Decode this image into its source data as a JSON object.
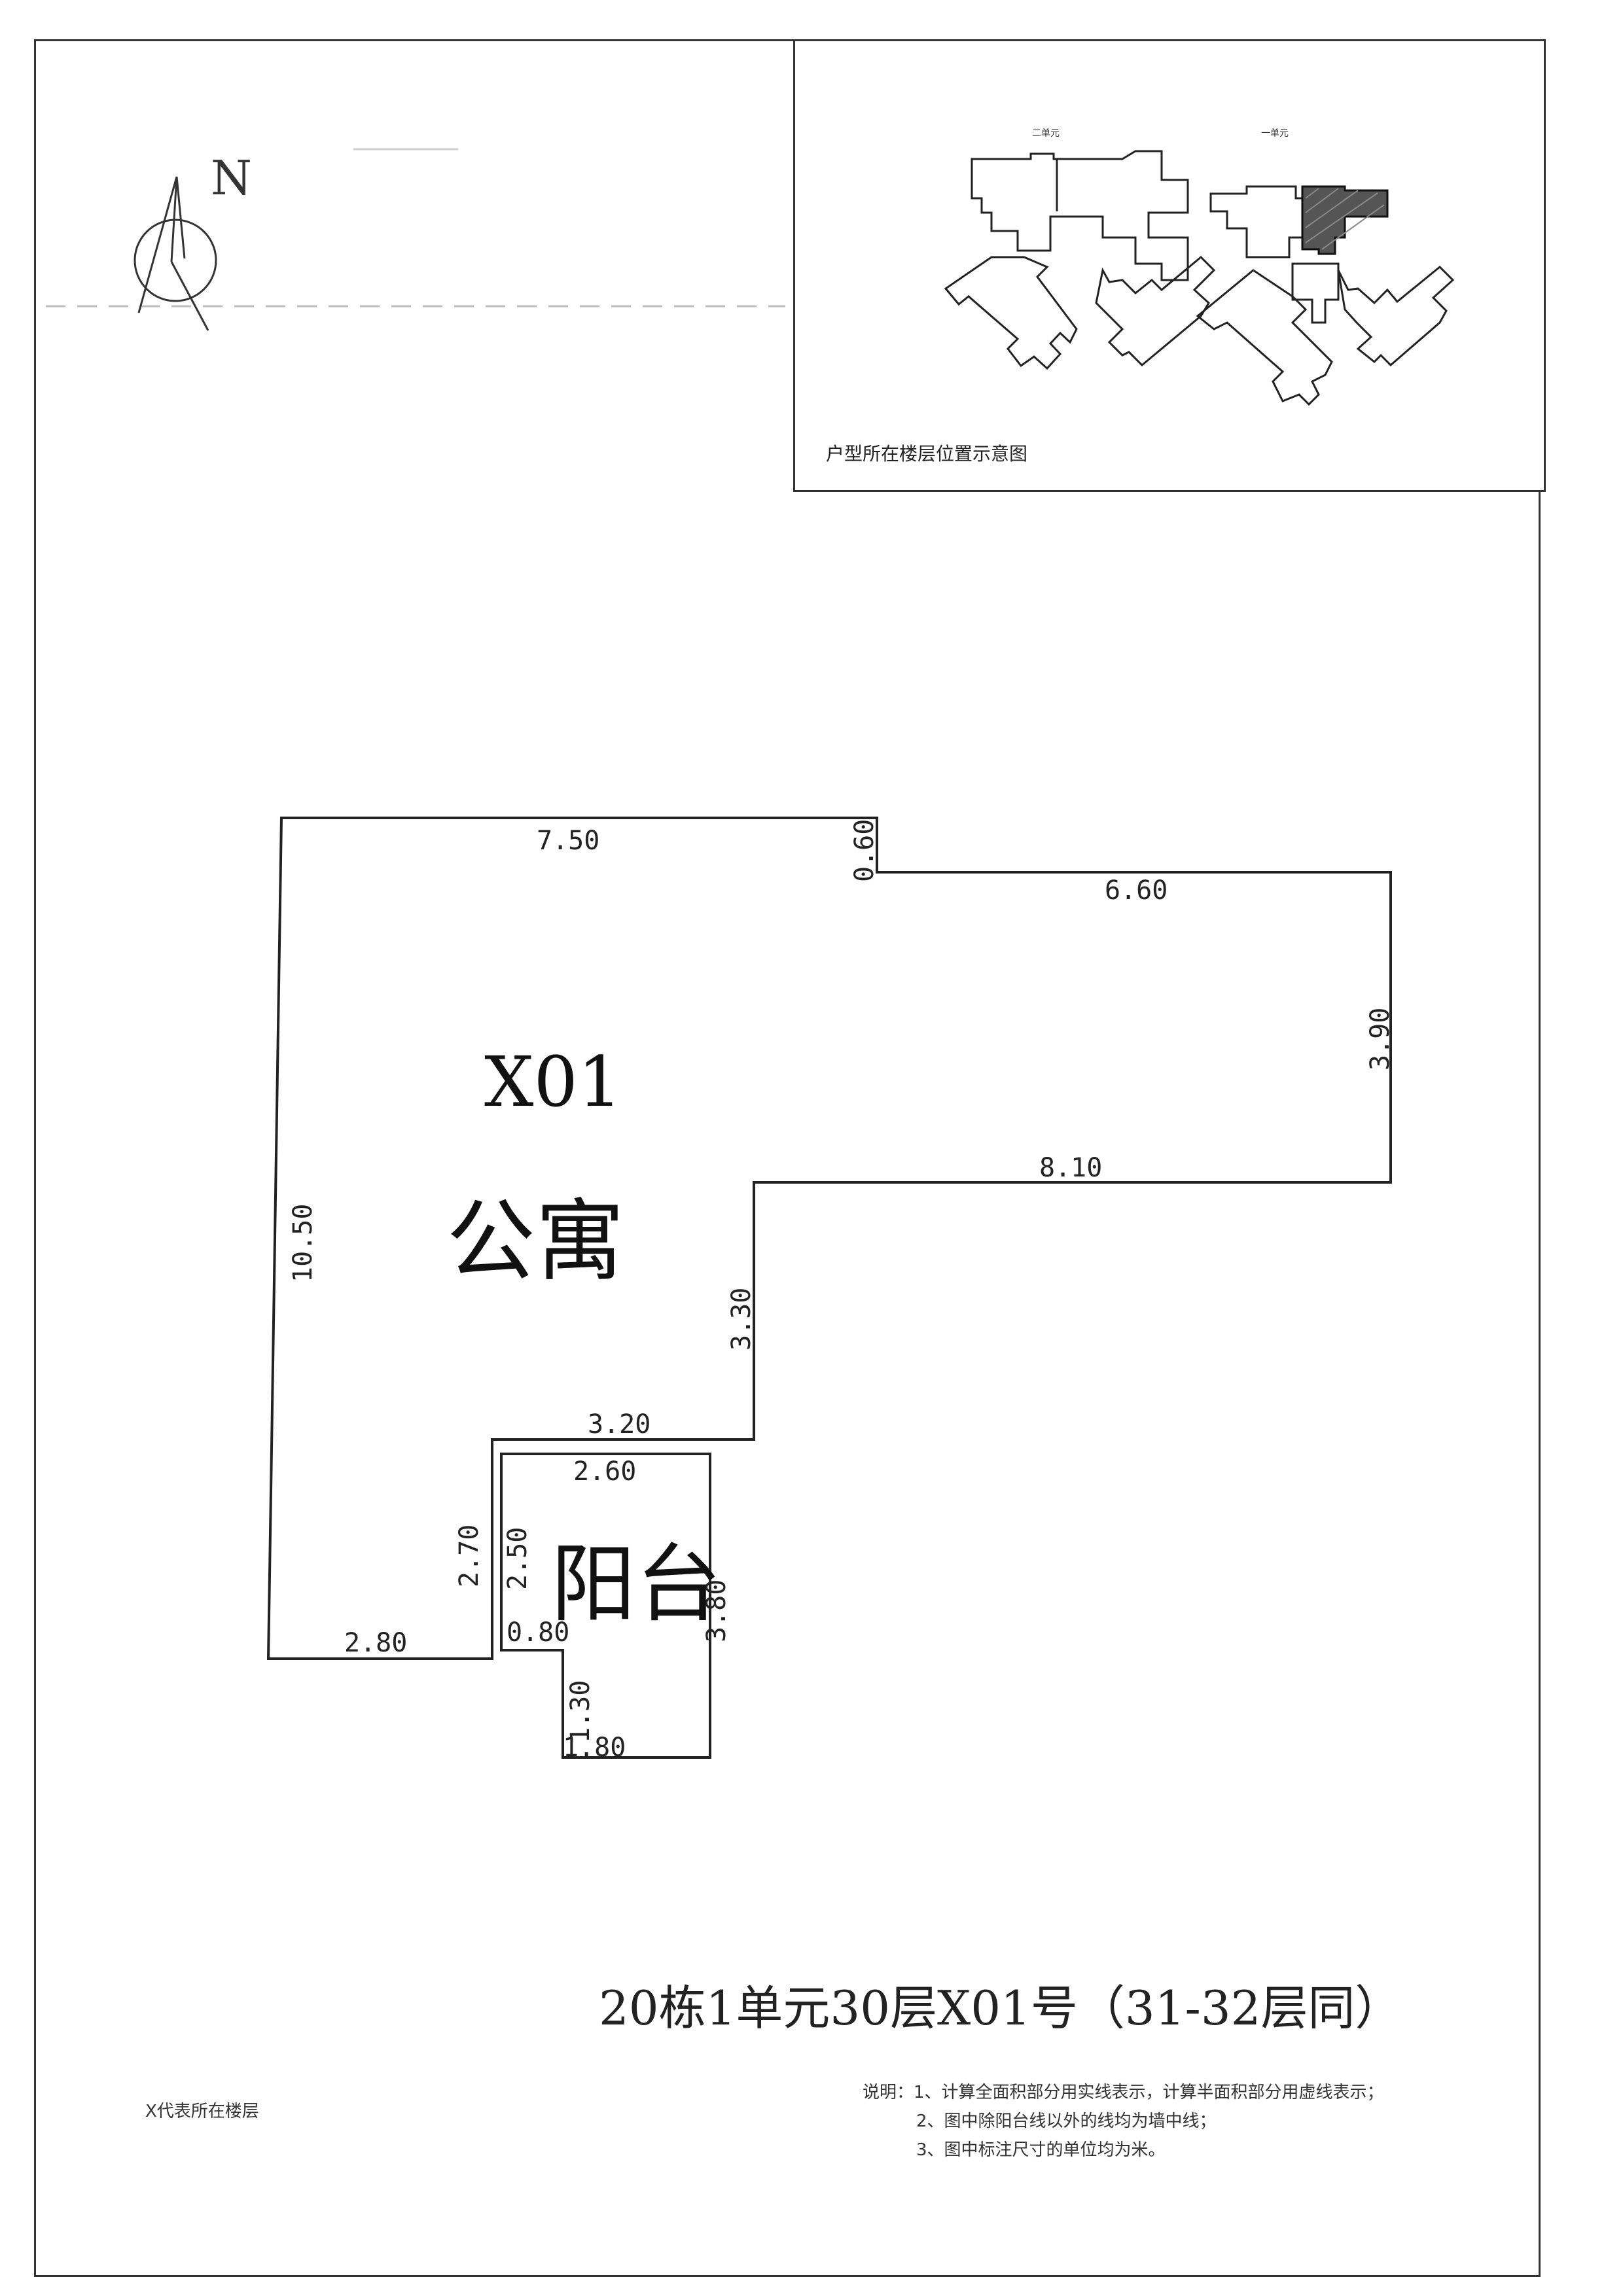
{
  "inset": {
    "caption": "户型所在楼层位置示意图",
    "unit2_label": "二单元",
    "unit1_label": "一单元"
  },
  "compass": {
    "north": "N"
  },
  "plan": {
    "unit_code": "X01",
    "unit_type": "公寓",
    "balcony": "阳台",
    "dimensions": {
      "top_left": "7.50",
      "step": "0.60",
      "top_right": "6.60",
      "right": "3.90",
      "middle": "8.10",
      "left": "10.50",
      "inner_vertical": "3.30",
      "balcony_top_outer": "3.20",
      "balcony_top_inner": "2.60",
      "balcony_left_outer": "2.70",
      "balcony_left_inner": "2.50",
      "balcony_right": "3.80",
      "bottom_left": "2.80",
      "balcony_step": "0.80",
      "balcony_lower_left": "1.30",
      "balcony_bottom": "1.80"
    }
  },
  "title": "20栋1单元30层X01号（31-32层同）",
  "legend": "X代表所在楼层",
  "notes": {
    "label": "说明：",
    "items": [
      "1、计算全面积部分用实线表示，计算半面积部分用虚线表示；",
      "2、图中除阳台线以外的线均为墙中线；",
      "3、图中标注尺寸的单位均为米。"
    ]
  }
}
